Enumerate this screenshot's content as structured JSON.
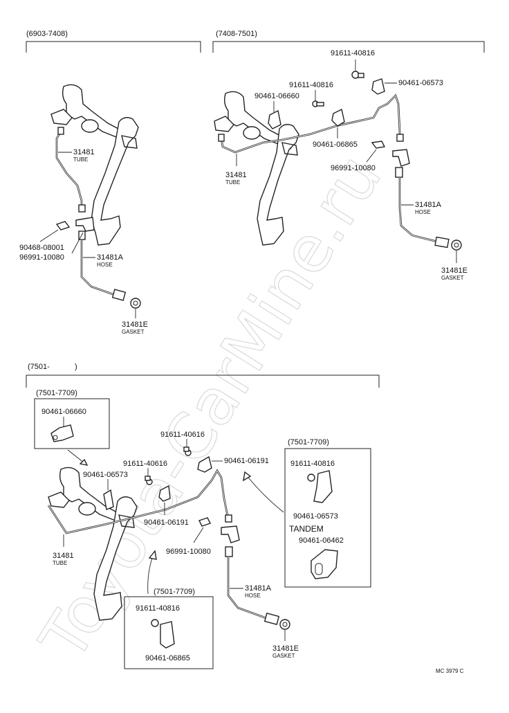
{
  "watermark": "Toyota-CarMine.ru",
  "code": "MC 3979 C",
  "sec1": {
    "header": "(6903-7408)",
    "tube_num": "31481",
    "tube_word": "TUBE",
    "p_clip": "90468-08001",
    "p_bracket": "96991-10080",
    "hose_num": "31481A",
    "hose_word": "HOSE",
    "gasket_num": "31481E",
    "gasket_word": "GASKET"
  },
  "sec2": {
    "header": "(7408-7501)",
    "bolt_a": "91611-40816",
    "clamp_a": "90461-06573",
    "bolt_b": "91611-40816",
    "clamp_b": "90461-06660",
    "clamp_c": "90461-06865",
    "bracket": "96991-10080",
    "tube_num": "31481",
    "tube_word": "TUBE",
    "hose_num": "31481A",
    "hose_word": "HOSE",
    "gasket_num": "31481E",
    "gasket_word": "GASKET"
  },
  "sec3": {
    "header": "(7501-",
    "header_close": ")",
    "box1": {
      "header": "(7501-7709)",
      "part": "90461-06660"
    },
    "bolt_a": "91611-40616",
    "clamp_a": "90461-06191",
    "bolt_b": "91611-40616",
    "clamp_b": "90461-06573",
    "clamp_c": "90461-06191",
    "bracket": "96991-10080",
    "tube_num": "31481",
    "tube_word": "TUBE",
    "hose_num": "31481A",
    "hose_word": "HOSE",
    "gasket_num": "31481E",
    "gasket_word": "GASKET",
    "box2": {
      "header": "(7501-7709)",
      "bolt": "91611-40816",
      "clamp": "90461-06573",
      "tandem": "TANDEM",
      "tandem_part": "90461-06462"
    },
    "box3": {
      "header": "(7501-7709)",
      "bolt": "91611-40816",
      "clamp": "90461-06865"
    }
  }
}
